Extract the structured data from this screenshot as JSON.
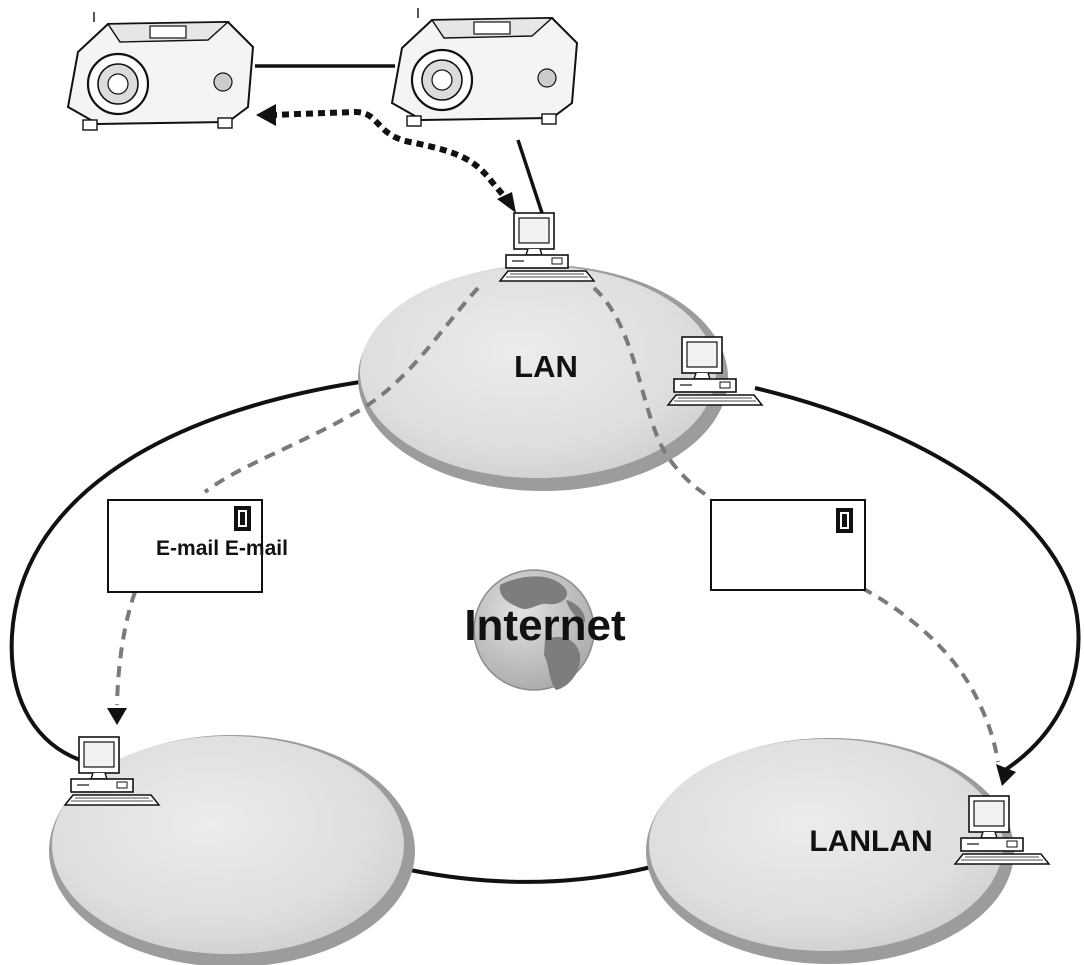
{
  "labels": {
    "lan_top": "LAN",
    "internet": "Internet",
    "email_left": "E-mail E-mail",
    "lan_bottom_right": "LANLAN"
  },
  "colors": {
    "line": "#111111",
    "dashed_gray": "#7a7a7a",
    "dotted_black": "#111111",
    "lan_fill": "#e3e3e3",
    "lan_rim": "#9c9c9c",
    "globe_water": "#c9c9c9",
    "globe_land": "#7d7d7d"
  },
  "icons": [
    "projector-icon",
    "computer-icon",
    "envelope-icon",
    "globe-icon"
  ]
}
